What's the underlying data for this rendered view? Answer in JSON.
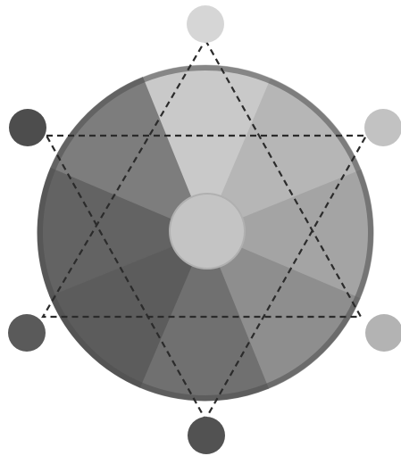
{
  "diagram": {
    "background": "#ffffff",
    "wheel": {
      "segments": [
        {
          "name": "segment-top",
          "color": "#c9c9c9"
        },
        {
          "name": "segment-top-right",
          "color": "#b6b6b6"
        },
        {
          "name": "segment-right",
          "color": "#a4a4a4"
        },
        {
          "name": "segment-bottom-right",
          "color": "#8e8e8e"
        },
        {
          "name": "segment-bottom",
          "color": "#707070"
        },
        {
          "name": "segment-bottom-left",
          "color": "#5c5c5c"
        },
        {
          "name": "segment-left",
          "color": "#636363"
        },
        {
          "name": "segment-top-left",
          "color": "#7d7d7d"
        }
      ],
      "hub_color": "#c4c4c4",
      "rim_color": "#4e4e4e"
    },
    "nodes": [
      {
        "name": "node-top",
        "color": "#d6d6d6"
      },
      {
        "name": "node-upper-right",
        "color": "#c2c2c2"
      },
      {
        "name": "node-lower-right",
        "color": "#b3b3b3"
      },
      {
        "name": "node-bottom",
        "color": "#525252"
      },
      {
        "name": "node-lower-left",
        "color": "#5a5a5a"
      },
      {
        "name": "node-upper-left",
        "color": "#4d4d4d"
      }
    ],
    "star_line_color": "#2b2b2b",
    "star_line_style": "dashed"
  }
}
